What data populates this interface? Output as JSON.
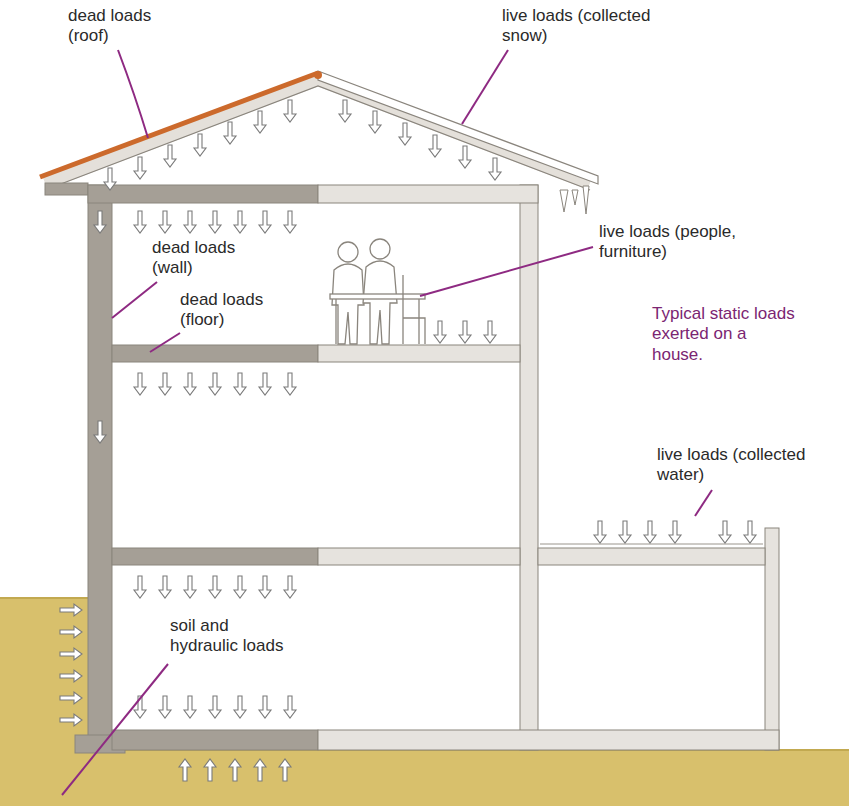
{
  "diagram": {
    "caption": "Typical static loads exerted on a house.",
    "labels": [
      "dead loads (roof)",
      "live loads (collected snow)",
      "live loads (people, furniture)",
      "dead loads (wall)",
      "dead loads (floor)",
      "live loads (collected water)",
      "soil and hydraulic loads"
    ]
  }
}
